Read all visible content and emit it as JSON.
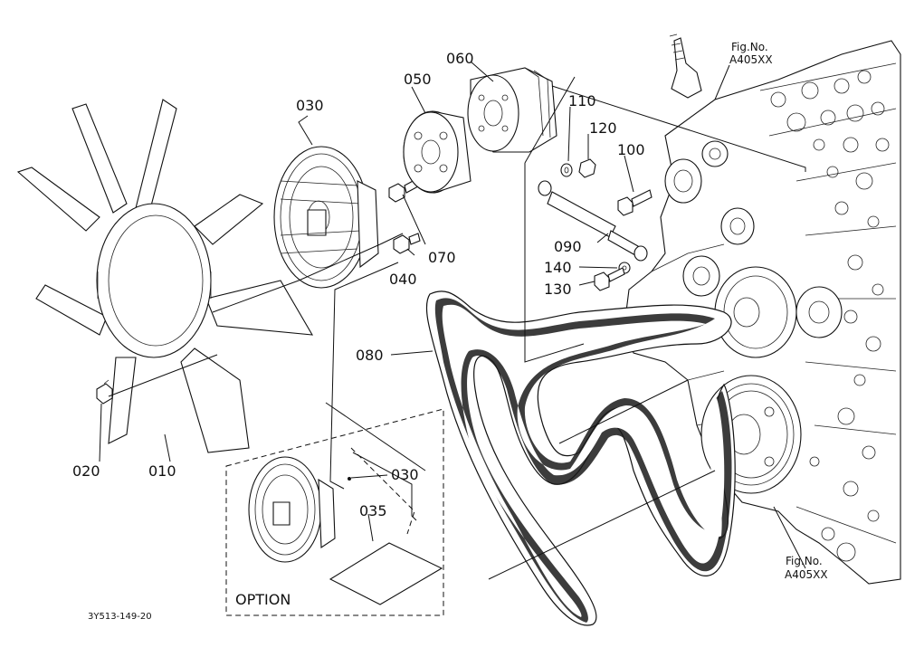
{
  "drawing": {
    "code": "3Y513-149-20",
    "option_label": "OPTION",
    "part_numbers": {
      "p010": "010",
      "p020": "020",
      "p030": "030",
      "p030_option": "030",
      "p035": "035",
      "p040": "040",
      "p050": "050",
      "p060": "060",
      "p070": "070",
      "p080": "080",
      "p090": "090",
      "p100": "100",
      "p110": "110",
      "p120": "120",
      "p130": "130",
      "p140": "140"
    },
    "fig_refs": {
      "top_line1": "Fig.No.",
      "top_line2": "A405XX",
      "bottom_line1": "Fig.No.",
      "bottom_line2": "A405XX"
    }
  }
}
